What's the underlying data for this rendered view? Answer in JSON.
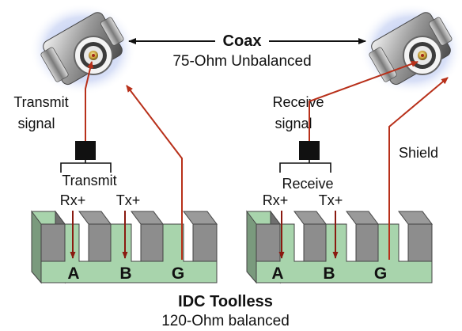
{
  "coax": {
    "title": "Coax",
    "subtitle": "75-Ohm Unbalanced"
  },
  "left": {
    "signal_label_line1": "Transmit",
    "signal_label_line2": "signal",
    "bracket_label": "Transmit",
    "pin_labels": [
      "Rx+",
      "Tx+"
    ],
    "terminals": [
      "A",
      "B",
      "G"
    ]
  },
  "right": {
    "signal_label_line1": "Receive",
    "signal_label_line2": "signal",
    "bracket_label": "Receive",
    "pin_labels": [
      "Rx+",
      "Tx+"
    ],
    "terminals": [
      "A",
      "B",
      "G"
    ],
    "shield_label": "Shield"
  },
  "idc": {
    "title": "IDC Toolless",
    "subtitle": "120-Ohm balanced"
  },
  "colors": {
    "wire": "#b8301a",
    "block_face": "#a8d4ac",
    "connector_glow": "#9fb2e8",
    "pin_arrow": "#8a1a10"
  }
}
